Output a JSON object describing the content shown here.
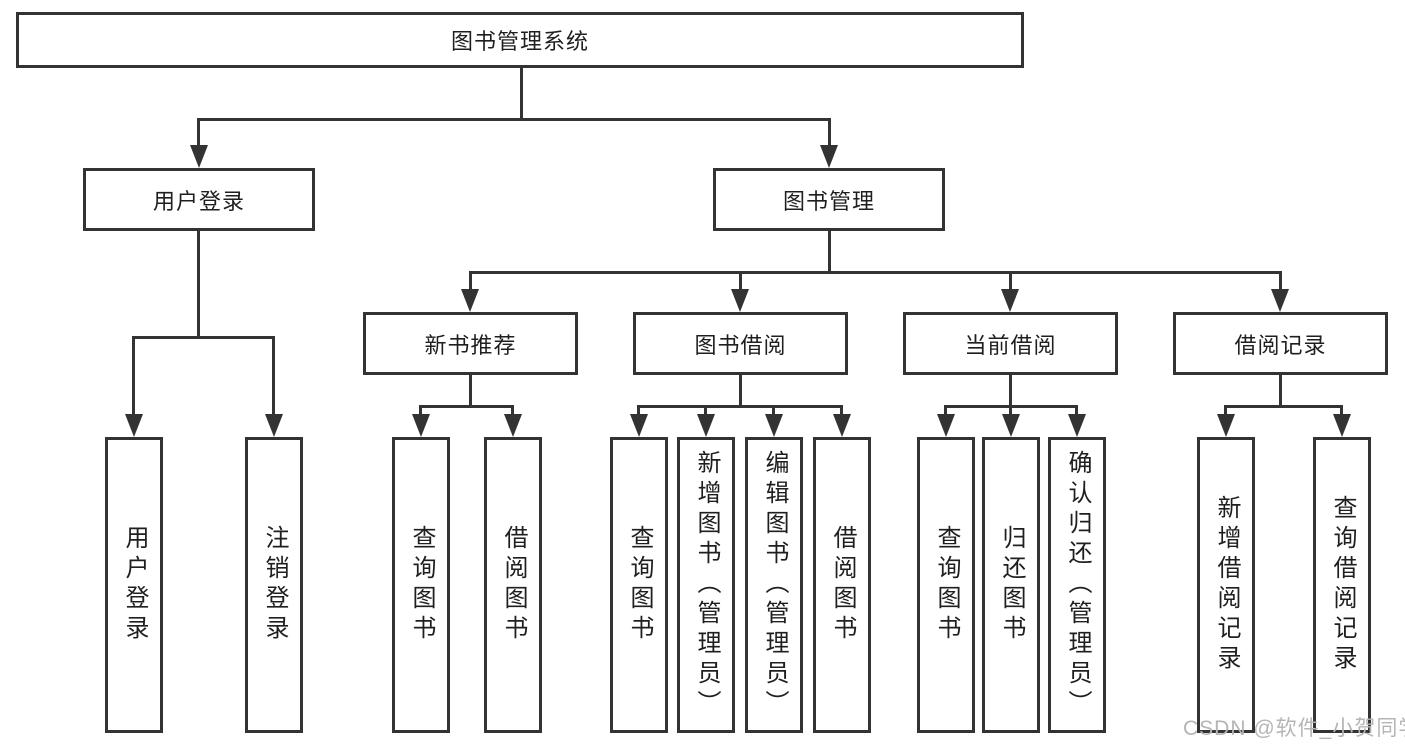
{
  "watermark": "CSDN @软件_小贺同学",
  "colors": {
    "line": "#333333",
    "box_background": "#ffffff",
    "text": "#1f1f1f",
    "watermark": "#b5b5b5",
    "page_background": "#ffffff"
  },
  "tree": {
    "label": "图书管理系统",
    "children": [
      {
        "label": "用户登录",
        "children": [
          {
            "label": "用户登录"
          },
          {
            "label": "注销登录"
          }
        ]
      },
      {
        "label": "图书管理",
        "children": [
          {
            "label": "新书推荐",
            "children": [
              {
                "label": "查询图书"
              },
              {
                "label": "借阅图书"
              }
            ]
          },
          {
            "label": "图书借阅",
            "children": [
              {
                "label": "查询图书"
              },
              {
                "label": "新增图书（管理员）"
              },
              {
                "label": "编辑图书（管理员）"
              },
              {
                "label": "借阅图书"
              }
            ]
          },
          {
            "label": "当前借阅",
            "children": [
              {
                "label": "查询图书"
              },
              {
                "label": "归还图书"
              },
              {
                "label": "确认归还（管理员）"
              }
            ]
          },
          {
            "label": "借阅记录",
            "children": [
              {
                "label": "新增借阅记录"
              },
              {
                "label": "查询借阅记录"
              }
            ]
          }
        ]
      }
    ]
  }
}
